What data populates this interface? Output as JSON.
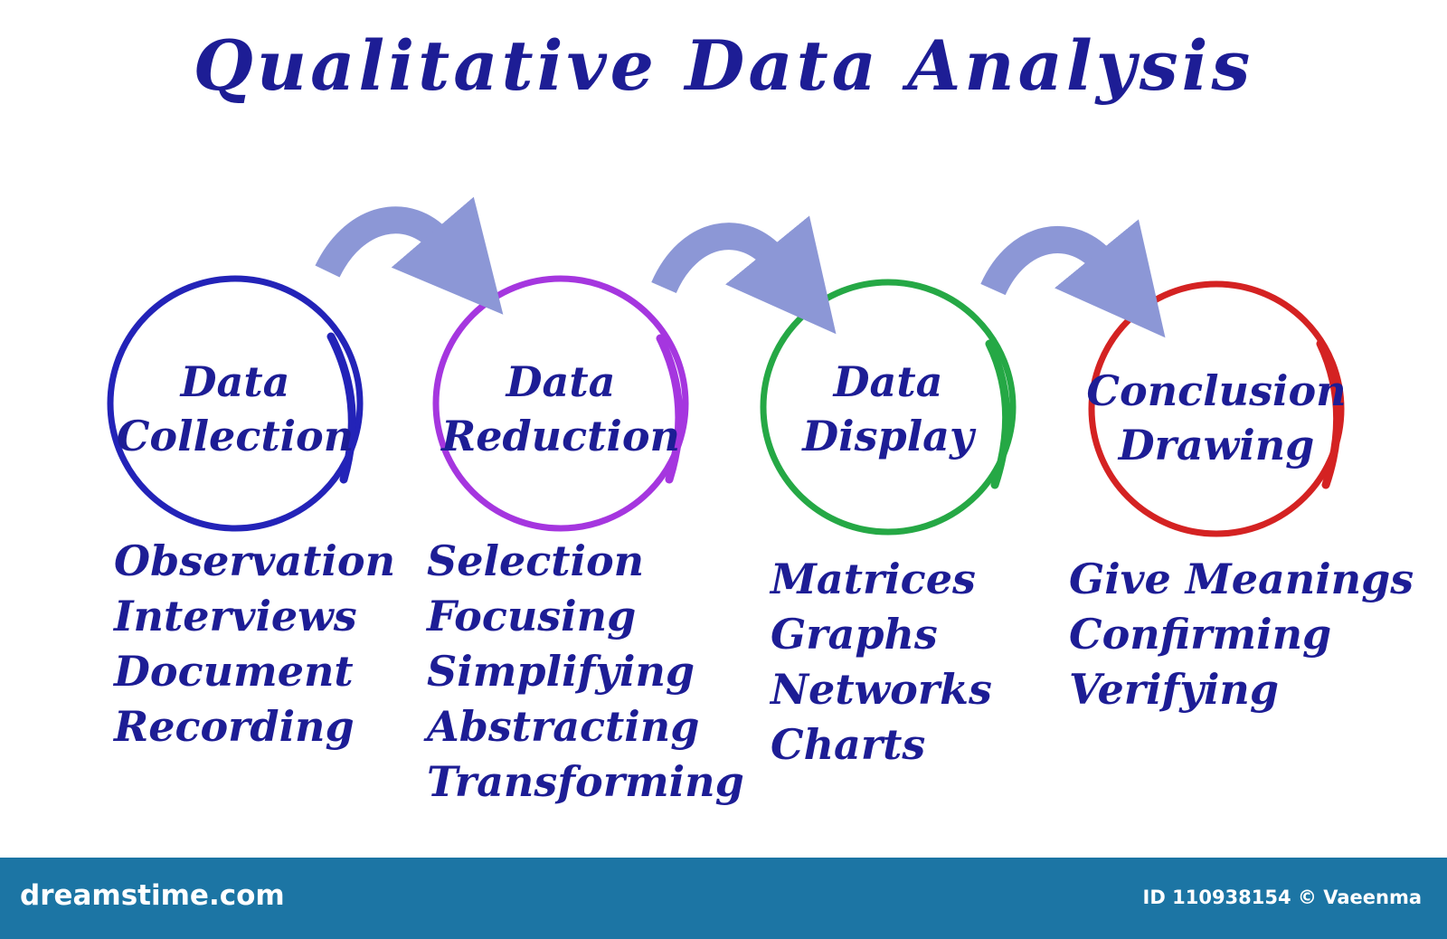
{
  "title": "Qualitative Data Analysis",
  "colors": {
    "text": "#1d1d95",
    "arrow": "#8c97d6",
    "footer_bg": "#1c75a4"
  },
  "stages": [
    {
      "name": "Data Collection",
      "label_lines": [
        "Data",
        "Collection"
      ],
      "color": "#2323b8",
      "items": [
        "Observation",
        "Interviews",
        "Document",
        "Recording"
      ]
    },
    {
      "name": "Data Reduction",
      "label_lines": [
        "Data",
        "Reduction"
      ],
      "color": "#a536df",
      "items": [
        "Selection",
        "Focusing",
        "Simplifying",
        "Abstracting",
        "Transforming"
      ]
    },
    {
      "name": "Data Display",
      "label_lines": [
        "Data",
        "Display"
      ],
      "color": "#25a845",
      "items": [
        "Matrices",
        "Graphs",
        "Networks",
        "Charts"
      ]
    },
    {
      "name": "Conclusion Drawing",
      "label_lines": [
        "Conclusion",
        "Drawing"
      ],
      "color": "#d42222",
      "items": [
        "Give Meanings",
        "Confirming",
        "Verifying"
      ]
    }
  ],
  "footer": {
    "brand": "dreamstime.com",
    "credit": "ID 110938154 © Vaeenma"
  }
}
